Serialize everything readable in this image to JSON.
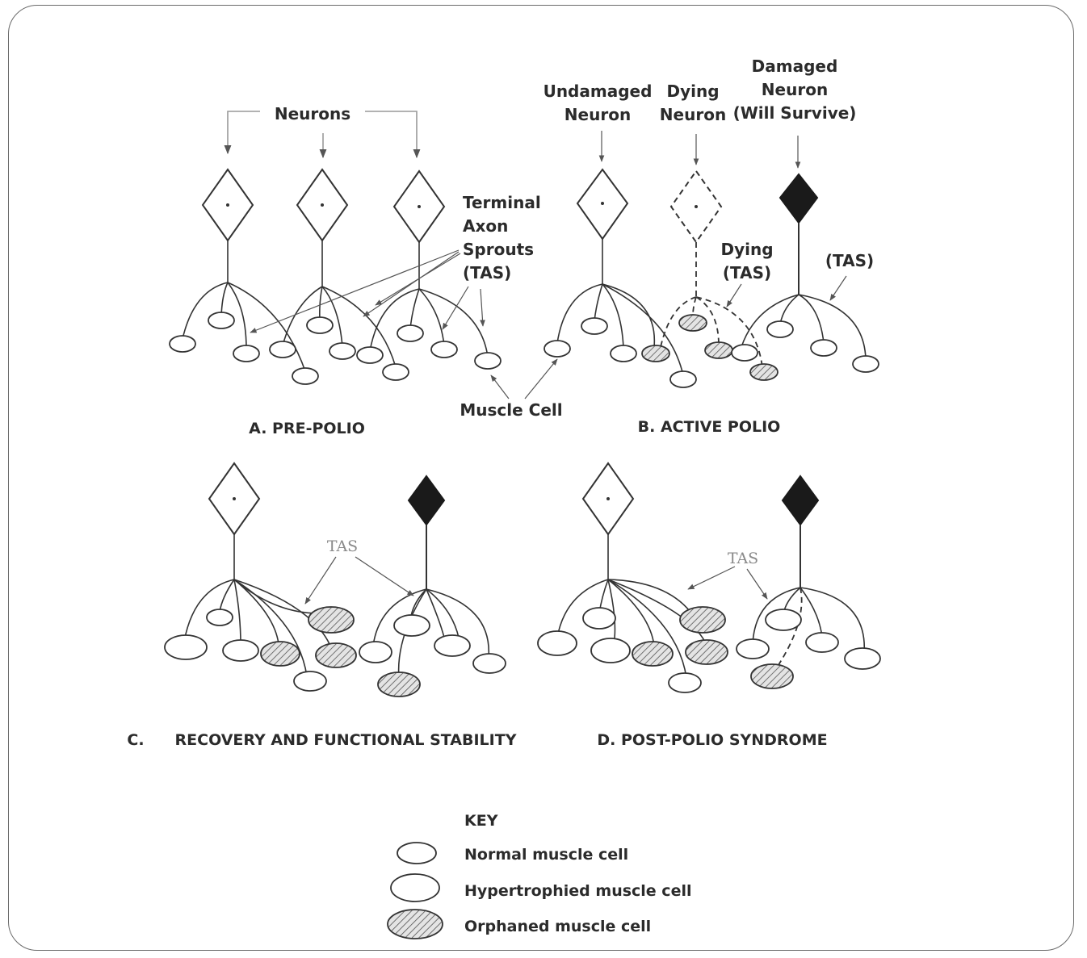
{
  "panel_a": {
    "neurons_label": "Neurons",
    "tas_label": [
      "Terminal",
      "Axon",
      "Sprouts",
      "(TAS)"
    ],
    "muscle_cell_label": "Muscle Cell",
    "caption": "A. PRE-POLIO"
  },
  "panel_b": {
    "undamaged_label": [
      "Undamaged",
      "Neuron"
    ],
    "dying_label": [
      "Dying",
      "Neuron"
    ],
    "damaged_label": [
      "Damaged",
      "Neuron",
      "(Will Survive)"
    ],
    "dying_tas_label": [
      "Dying",
      "(TAS)"
    ],
    "tas_label": "(TAS)",
    "caption": "B. ACTIVE POLIO"
  },
  "panel_c": {
    "letter": "C.",
    "caption": "RECOVERY AND FUNCTIONAL STABILITY",
    "tas_label": "TAS"
  },
  "panel_d": {
    "caption": "D. POST-POLIO SYNDROME",
    "tas_label": "TAS"
  },
  "key": {
    "title": "KEY",
    "items": [
      {
        "label": "Normal muscle cell",
        "type": "normal"
      },
      {
        "label": "Hypertrophied muscle cell",
        "type": "hypertrophied"
      },
      {
        "label": "Orphaned muscle cell",
        "type": "orphaned"
      }
    ]
  }
}
